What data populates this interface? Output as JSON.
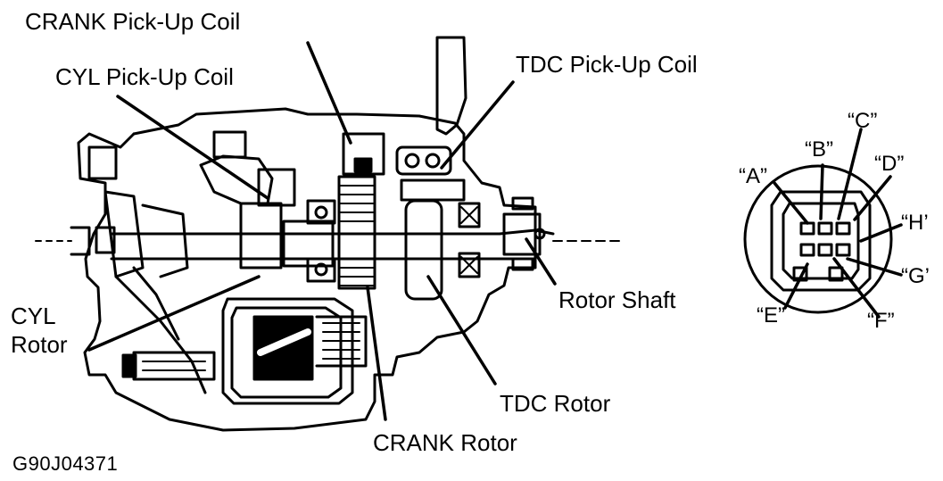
{
  "labels": {
    "crank_pickup_coil": "CRANK Pick-Up Coil",
    "cyl_pickup_coil": "CYL Pick-Up Coil",
    "tdc_pickup_coil": "TDC Pick-Up Coil",
    "cyl_rotor_line1": "CYL",
    "cyl_rotor_line2": "Rotor",
    "rotor_shaft": "Rotor Shaft",
    "tdc_rotor": "TDC Rotor",
    "crank_rotor": "CRANK Rotor"
  },
  "connector_pins": {
    "a": "“A”",
    "b": "“B”",
    "c": "“C”",
    "d": "“D”",
    "e": "“E”",
    "f": "“F”",
    "g": "“G’",
    "h": "“H’"
  },
  "figure_id": "G90J04371"
}
